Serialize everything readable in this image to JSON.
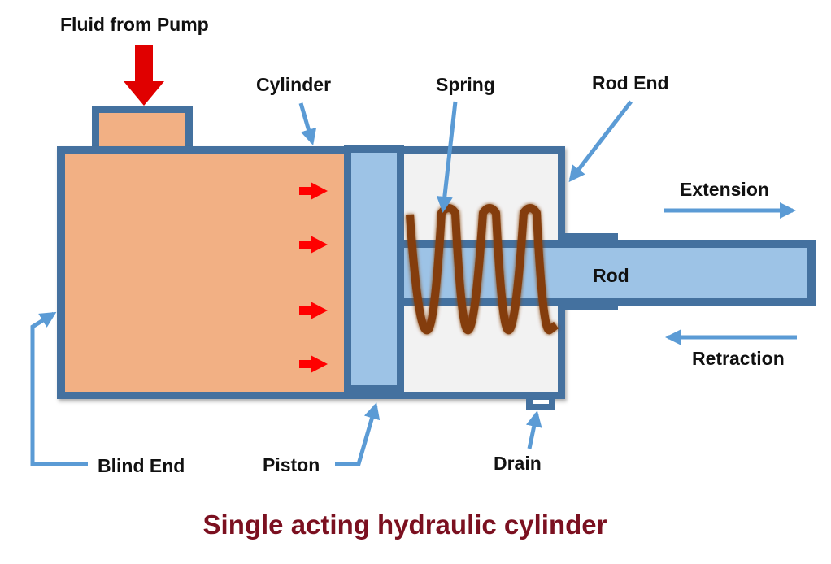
{
  "title": "Single acting hydraulic cylinder",
  "labels": {
    "fluid_from_pump": "Fluid from Pump",
    "cylinder": "Cylinder",
    "spring": "Spring",
    "rod_end": "Rod End",
    "extension": "Extension",
    "rod": "Rod",
    "retraction": "Retraction",
    "blind_end": "Blind End",
    "piston": "Piston",
    "drain": "Drain"
  },
  "colors": {
    "title": "#7b1020",
    "outline": "#44719f",
    "fluid": "#f2b084",
    "piston": "#9dc3e6",
    "rod_chamber": "#f2f2f2",
    "spring": "#843c0c",
    "pointer_arrow": "#5b9bd5",
    "flow_arrow": "#ff0000"
  },
  "icons": {
    "pump_arrow": "arrow-down",
    "pressure_arrows": "arrow-right",
    "extension_arrow": "arrow-right",
    "retraction_arrow": "arrow-left"
  }
}
